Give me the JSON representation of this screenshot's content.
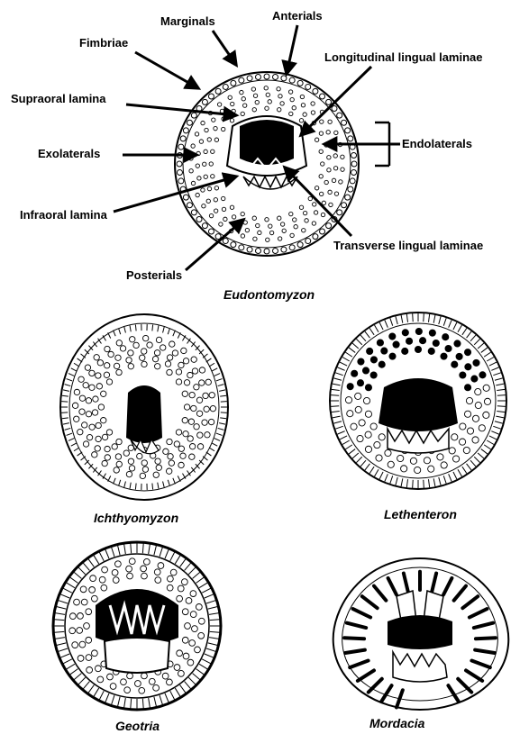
{
  "labels": {
    "marginals": "Marginals",
    "anterials": "Anterials",
    "fimbriae": "Fimbriae",
    "longitudinal": "Longitudinal lingual laminae",
    "supraoral": "Supraoral lamina",
    "exolaterals": "Exolaterals",
    "endolaterals": "Endolaterals",
    "infraoral": "Infraoral lamina",
    "transverse": "Transverse lingual laminae",
    "posterials": "Posterials"
  },
  "genera": {
    "eudontomyzon": "Eudontomyzon",
    "ichthyomyzon": "Ichthyomyzon",
    "lethenteron": "Lethenteron",
    "geotria": "Geotria",
    "mordacia": "Mordacia"
  }
}
